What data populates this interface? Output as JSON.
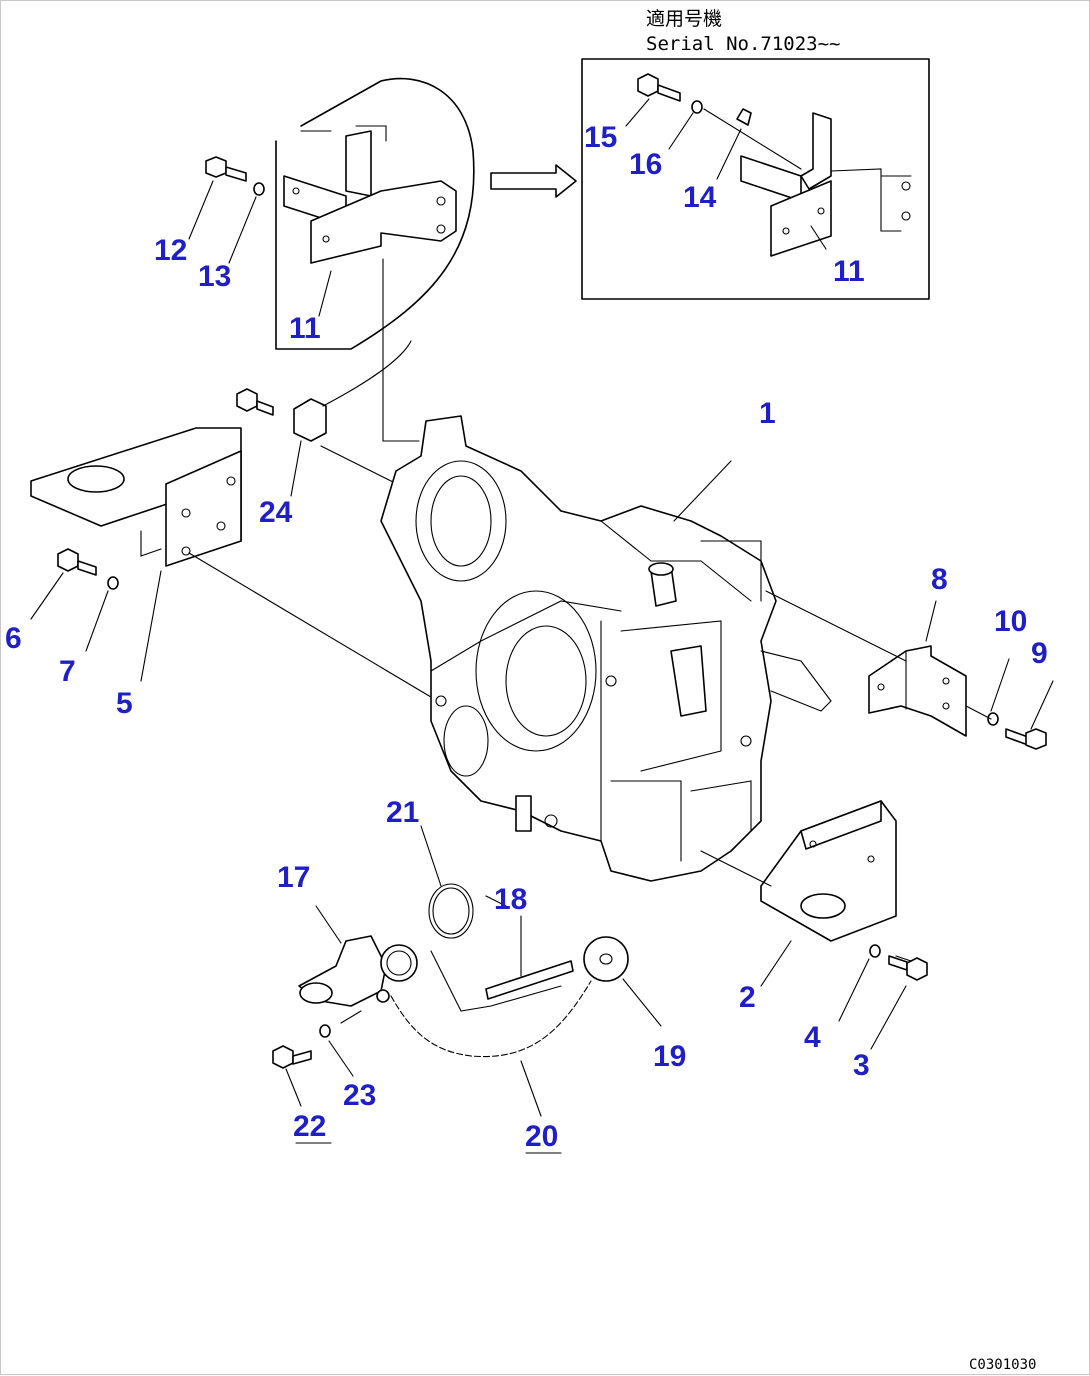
{
  "header_note": {
    "line1": "適用号機",
    "line2": "Serial No.71023~~"
  },
  "callouts": [
    {
      "id": "c1",
      "label": "1"
    },
    {
      "id": "c2",
      "label": "2"
    },
    {
      "id": "c3",
      "label": "3"
    },
    {
      "id": "c4",
      "label": "4"
    },
    {
      "id": "c5",
      "label": "5"
    },
    {
      "id": "c6",
      "label": "6"
    },
    {
      "id": "c7",
      "label": "7"
    },
    {
      "id": "c8",
      "label": "8"
    },
    {
      "id": "c9",
      "label": "9"
    },
    {
      "id": "c10",
      "label": "10"
    },
    {
      "id": "c11a",
      "label": "11"
    },
    {
      "id": "c11b",
      "label": "11"
    },
    {
      "id": "c12",
      "label": "12"
    },
    {
      "id": "c13",
      "label": "13"
    },
    {
      "id": "c14",
      "label": "14"
    },
    {
      "id": "c15",
      "label": "15"
    },
    {
      "id": "c16",
      "label": "16"
    },
    {
      "id": "c17",
      "label": "17"
    },
    {
      "id": "c18",
      "label": "18"
    },
    {
      "id": "c19",
      "label": "19"
    },
    {
      "id": "c20",
      "label": "20"
    },
    {
      "id": "c21",
      "label": "21"
    },
    {
      "id": "c22",
      "label": "22"
    },
    {
      "id": "c23",
      "label": "23"
    },
    {
      "id": "c24",
      "label": "24"
    }
  ],
  "drawing_code": "C0301030",
  "colors": {
    "callout": "#1f1fc8",
    "line": "#000000",
    "background": "#ffffff"
  }
}
